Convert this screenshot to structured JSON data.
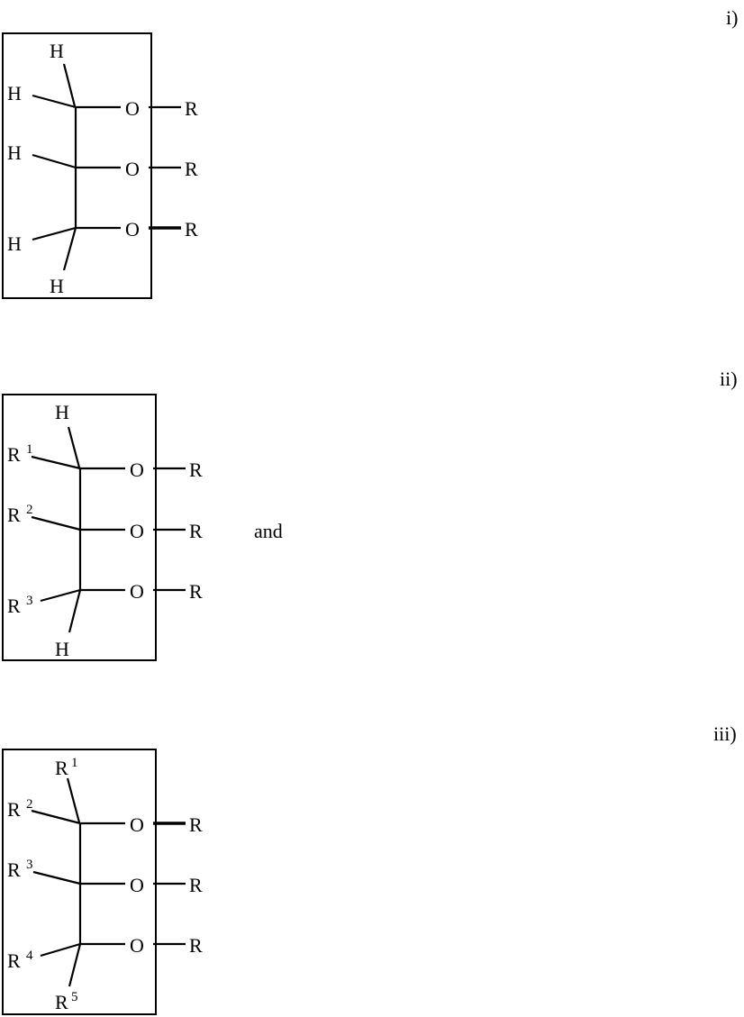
{
  "structures": [
    {
      "id": "i",
      "label": "i)",
      "substituents": {
        "top": {
          "sym": "H",
          "sup": ""
        },
        "c1_left": {
          "sym": "H",
          "sup": ""
        },
        "c2_left": {
          "sym": "H",
          "sup": ""
        },
        "c3_left": {
          "sym": "H",
          "sup": ""
        },
        "bottom": {
          "sym": "H",
          "sup": ""
        }
      },
      "oxygen": [
        "O",
        "O",
        "O"
      ],
      "ester": [
        "R",
        "R",
        "R"
      ]
    },
    {
      "id": "ii",
      "label": "ii)",
      "substituents": {
        "top": {
          "sym": "H",
          "sup": ""
        },
        "c1_left": {
          "sym": "R",
          "sup": "1"
        },
        "c2_left": {
          "sym": "R",
          "sup": "2"
        },
        "c3_left": {
          "sym": "R",
          "sup": "3"
        },
        "bottom": {
          "sym": "H",
          "sup": ""
        }
      },
      "oxygen": [
        "O",
        "O",
        "O"
      ],
      "ester": [
        "R",
        "R",
        "R"
      ],
      "conjunction": "and"
    },
    {
      "id": "iii",
      "label": "iii)",
      "substituents": {
        "top": {
          "sym": "R",
          "sup": "1"
        },
        "c1_left": {
          "sym": "R",
          "sup": "2"
        },
        "c2_left": {
          "sym": "R",
          "sup": "3"
        },
        "c3_left": {
          "sym": "R",
          "sup": "4"
        },
        "bottom": {
          "sym": "R",
          "sup": "5"
        }
      },
      "oxygen": [
        "O",
        "O",
        "O"
      ],
      "ester": [
        "R",
        "R",
        "R"
      ]
    }
  ]
}
